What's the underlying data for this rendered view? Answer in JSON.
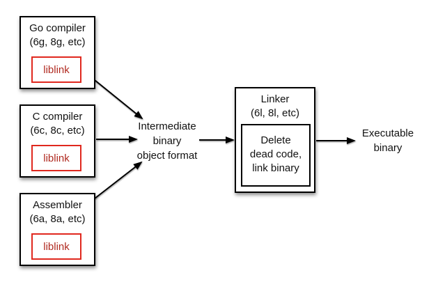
{
  "diagram": {
    "nodes": {
      "go_compiler": {
        "title": "Go compiler",
        "subtitle": "(6g, 8g, etc)",
        "lib": "liblink"
      },
      "c_compiler": {
        "title": "C compiler",
        "subtitle": "(6c, 8c, etc)",
        "lib": "liblink"
      },
      "assembler": {
        "title": "Assembler",
        "subtitle": "(6a, 8a, etc)",
        "lib": "liblink"
      },
      "intermediate": {
        "lines": [
          "Intermediate",
          "binary",
          "object format"
        ]
      },
      "linker": {
        "title": "Linker",
        "subtitle": "(6l, 8l, etc)",
        "inner_lines": [
          "Delete",
          "dead code,",
          "link binary"
        ]
      },
      "executable": {
        "lines": [
          "Executable",
          "binary"
        ]
      }
    },
    "colors": {
      "background": "#ffffff",
      "box_border": "#000000",
      "arrow": "#000000",
      "liblink_border": "#e0281e",
      "liblink_text": "#b02a20"
    }
  }
}
